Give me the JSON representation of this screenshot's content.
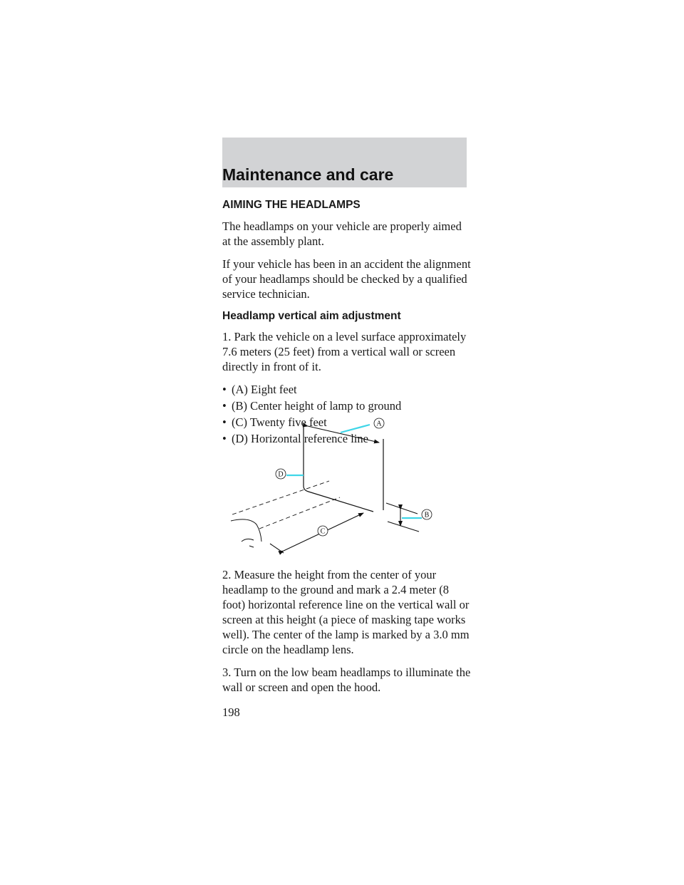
{
  "header": {
    "title": "Maintenance and care"
  },
  "sections": {
    "aiming_heading": "AIMING THE HEADLAMPS",
    "para1": "The headlamps on your vehicle are properly aimed at the assembly plant.",
    "para2": "If your vehicle has been in an accident the alignment of your headlamps should be checked by a qualified service technician.",
    "vertical_heading": "Headlamp vertical aim adjustment",
    "step1": "1. Park the vehicle on a level surface approximately 7.6 meters (25 feet) from a vertical wall or screen directly in front of it.",
    "bullets": [
      "(A) Eight feet",
      "(B) Center height of lamp to ground",
      "(C) Twenty five feet",
      "(D) Horizontal reference line"
    ],
    "bullet_char": "•",
    "step2": "2. Measure the height from the center of your headlamp to the ground and mark a 2.4 meter (8 foot) horizontal reference line on the vertical wall or screen at this height (a piece of masking tape works well). The center of the lamp is marked by a 3.0 mm circle on the headlamp lens.",
    "step3": "3. Turn on the low beam headlamps to illuminate the wall or screen and open the hood."
  },
  "diagram": {
    "labels": {
      "a": "A",
      "b": "B",
      "c": "C",
      "d": "D"
    },
    "leader_color": "#3fd6e8"
  },
  "footer": {
    "page_number": "198"
  }
}
